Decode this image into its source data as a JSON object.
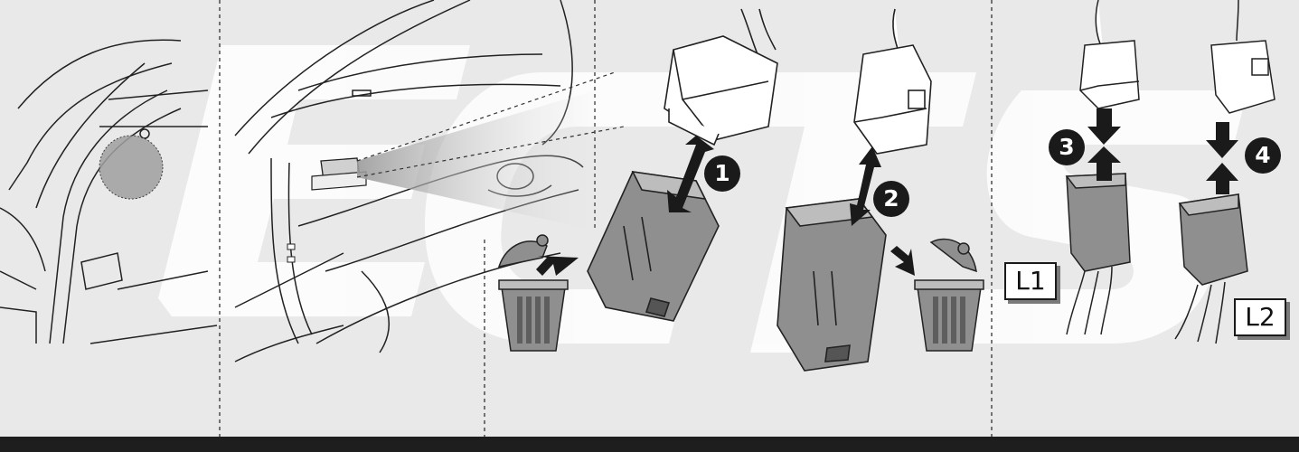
{
  "steps": [
    "1",
    "2",
    "3",
    "4"
  ],
  "labels": {
    "l1": "L1",
    "l2": "L2"
  },
  "colors": {
    "background": "#e9e9e9",
    "watermark": "#ffffff",
    "connector": "#8f8f8f",
    "connector_dark": "#6e6e6e",
    "ink": "#1a1a1a",
    "bottom_bar": "#1e1e1e"
  },
  "icons": [
    "trash-can-icon",
    "arrow-icon",
    "double-arrow-icon"
  ]
}
